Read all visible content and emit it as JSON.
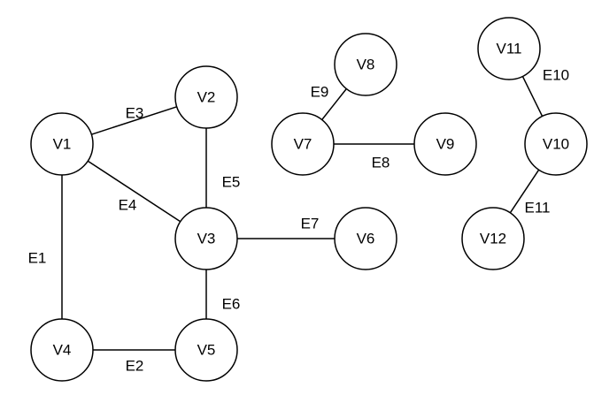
{
  "graph": {
    "vertices": [
      {
        "id": "V1",
        "label": "V1"
      },
      {
        "id": "V2",
        "label": "V2"
      },
      {
        "id": "V3",
        "label": "V3"
      },
      {
        "id": "V4",
        "label": "V4"
      },
      {
        "id": "V5",
        "label": "V5"
      },
      {
        "id": "V6",
        "label": "V6"
      },
      {
        "id": "V7",
        "label": "V7"
      },
      {
        "id": "V8",
        "label": "V8"
      },
      {
        "id": "V9",
        "label": "V9"
      },
      {
        "id": "V10",
        "label": "V10"
      },
      {
        "id": "V11",
        "label": "V11"
      },
      {
        "id": "V12",
        "label": "V12"
      }
    ],
    "edges": [
      {
        "id": "E1",
        "label": "E1",
        "from": "V1",
        "to": "V4"
      },
      {
        "id": "E2",
        "label": "E2",
        "from": "V4",
        "to": "V5"
      },
      {
        "id": "E3",
        "label": "E3",
        "from": "V1",
        "to": "V2"
      },
      {
        "id": "E4",
        "label": "E4",
        "from": "V1",
        "to": "V3"
      },
      {
        "id": "E5",
        "label": "E5",
        "from": "V2",
        "to": "V3"
      },
      {
        "id": "E6",
        "label": "E6",
        "from": "V3",
        "to": "V5"
      },
      {
        "id": "E7",
        "label": "E7",
        "from": "V3",
        "to": "V6"
      },
      {
        "id": "E8",
        "label": "E8",
        "from": "V7",
        "to": "V9"
      },
      {
        "id": "E9",
        "label": "E9",
        "from": "V7",
        "to": "V8"
      },
      {
        "id": "E10",
        "label": "E10",
        "from": "V11",
        "to": "V10"
      },
      {
        "id": "E11",
        "label": "E11",
        "from": "V10",
        "to": "V12"
      }
    ]
  }
}
